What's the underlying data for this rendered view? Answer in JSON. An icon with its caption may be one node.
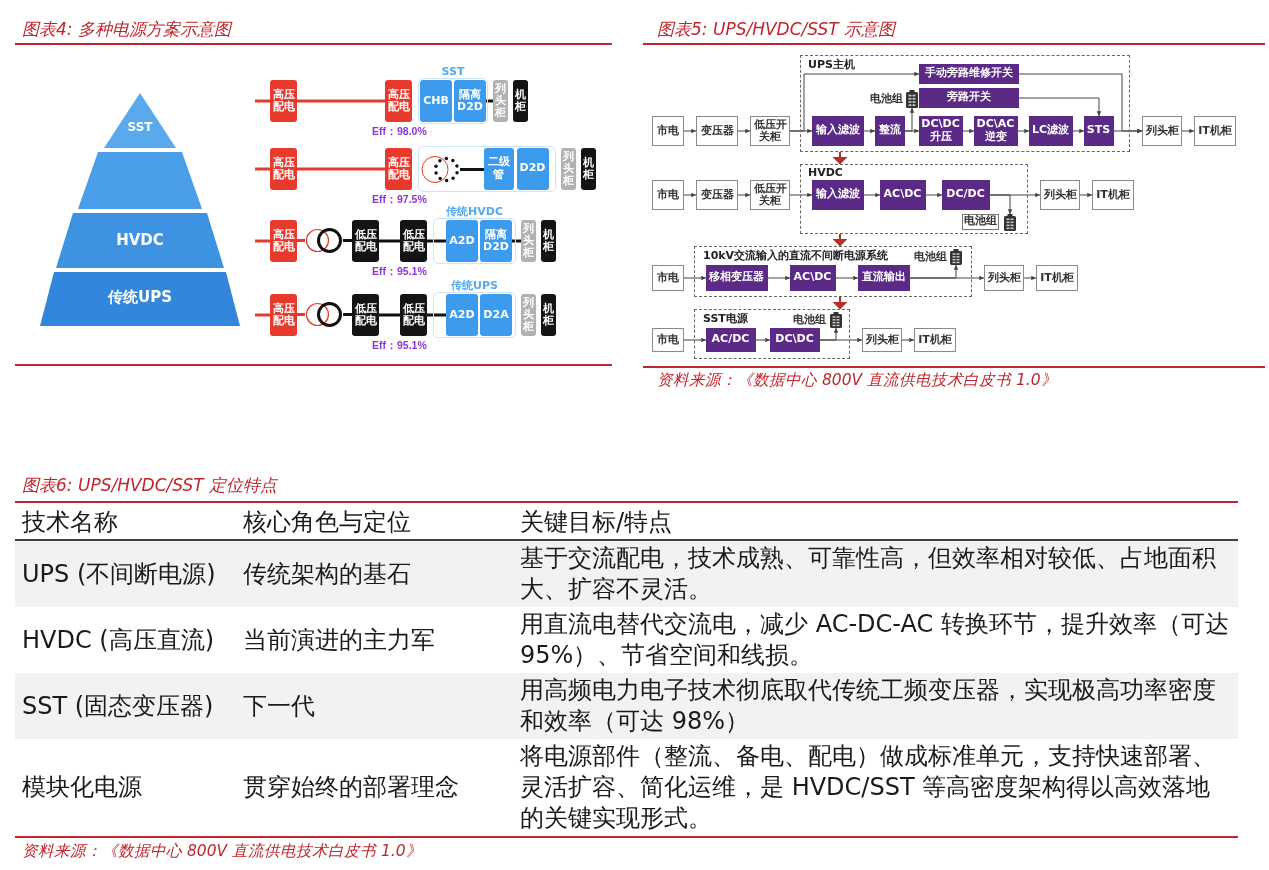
{
  "diagram": {
    "nodes": [
      {
        "text": [
          "SST"
        ]
      },
      {
        "text": [],
        "shape": "trapezoid"
      },
      {
        "text": [
          "HVDC"
        ]
      },
      {
        "text": [
          "传统UPS"
        ]
      },
      {
        "text": [
          "高压配电"
        ]
      },
      {
        "text": [
          "高压配电"
        ]
      },
      {
        "text": [
          "SST"
        ]
      },
      {
        "text": [
          "CHB"
        ],
        "in": 6
      },
      {
        "text": [
          "隔离D2D"
        ],
        "in": 6
      },
      {
        "text": [
          "列头柜"
        ]
      },
      {
        "text": [
          "机柜"
        ]
      },
      {
        "text": [
          "高压配电"
        ]
      },
      {
        "text": [
          "高压配电"
        ]
      },
      {
        "text": [],
        "shape": "box"
      },
      {
        "text": [],
        "shape": "circle",
        "in": 13
      },
      {
        "text": [
          "二级管"
        ],
        "in": 13
      },
      {
        "text": [
          "D2D"
        ],
        "in": 13
      },
      {
        "text": [
          "列头柜"
        ]
      },
      {
        "text": [
          "机柜"
        ]
      },
      {
        "text": [
          "高压配电"
        ]
      },
      {
        "text": [],
        "shape": "circle"
      },
      {
        "text": [
          "低压配电"
        ]
      },
      {
        "text": [
          "低压配电"
        ]
      },
      {
        "text": [
          "传统HVDC"
        ]
      },
      {
        "text": [
          "A2D"
        ],
        "in": 23
      },
      {
        "text": [
          "隔离D2D"
        ],
        "in": 23
      },
      {
        "text": [
          "列头柜"
        ]
      },
      {
        "text": [
          "机柜"
        ]
      },
      {
        "text": [
          "高压配电"
        ]
      },
      {
        "text": [],
        "shape": "circle"
      },
      {
        "text": [
          "低压配电"
        ]
      },
      {
        "text": [
          "低压配电"
        ]
      },
      {
        "text": [
          "传统UPS"
        ]
      },
      {
        "text": [
          "A2D"
        ],
        "in": 32
      },
      {
        "text": [
          "D2A"
        ],
        "in": 32
      },
      {
        "text": [
          "列头柜"
        ]
      },
      {
        "text": [
          "机柜"
        ]
      },
      {
        "text": [
          "市电"
        ]
      },
      {
        "text": [
          "变压器"
        ]
      },
      {
        "text": [
          "低压开关柜"
        ]
      },
      {
        "text": [
          "UPS主机"
        ]
      },
      {
        "text": [
          "手动旁路维修开关"
        ],
        "in": 40
      },
      {
        "text": [
          "旁路开关"
        ],
        "in": 40
      },
      {
        "text": [],
        "shape": "picture",
        "beside": [
          "电池组"
        ],
        "in": 40
      },
      {
        "text": [
          "输入滤波"
        ],
        "in": 40
      },
      {
        "text": [
          "整流"
        ],
        "in": 40
      },
      {
        "text": [
          "DC\\DC 升压"
        ],
        "in": 40
      },
      {
        "text": [
          "DC\\AC 逆变"
        ],
        "in": 40
      },
      {
        "text": [
          "LC滤波"
        ],
        "in": 40
      },
      {
        "text": [
          "STS"
        ],
        "in": 40
      },
      {
        "text": [
          "列头柜"
        ]
      },
      {
        "text": [
          "IT机柜"
        ]
      },
      {
        "text": [
          "市电"
        ]
      },
      {
        "text": [
          "变压器"
        ]
      },
      {
        "text": [
          "低压开关柜"
        ]
      },
      {
        "text": [
          "HVDC"
        ]
      },
      {
        "text": [
          "输入滤波"
        ],
        "in": 55
      },
      {
        "text": [
          "AC\\DC"
        ],
        "in": 55
      },
      {
        "text": [
          "DC/DC"
        ],
        "in": 55
      },
      {
        "text": [
          "电池组"
        ],
        "in": 55
      },
      {
        "text": [],
        "shape": "picture",
        "in": 55
      },
      {
        "text": [
          "列头柜"
        ]
      },
      {
        "text": [
          "IT机柜"
        ]
      },
      {
        "text": [
          "市电"
        ]
      },
      {
        "text": [
          "10kV交流输入的直流不间断电源系统"
        ]
      },
      {
        "text": [],
        "shape": "picture",
        "beside": [
          "电池组"
        ],
        "in": 64
      },
      {
        "text": [
          "移相变压器"
        ],
        "in": 64
      },
      {
        "text": [
          "AC\\DC"
        ],
        "in": 64
      },
      {
        "text": [
          "直流输出"
        ],
        "in": 64
      },
      {
        "text": [
          "列头柜"
        ]
      },
      {
        "text": [
          "IT机柜"
        ]
      },
      {
        "text": [
          "市电"
        ]
      },
      {
        "text": [
          "SST电源"
        ]
      },
      {
        "text": [],
        "shape": "picture",
        "beside": [
          "电池组"
        ],
        "in": 72
      },
      {
        "text": [
          "AC/DC"
        ],
        "in": 72
      },
      {
        "text": [
          "DC\\DC"
        ],
        "in": 72
      },
      {
        "text": [
          "列头柜"
        ]
      },
      {
        "text": [
          "IT机柜"
        ]
      }
    ],
    "edges": [
      {
        "from": null,
        "to": 4,
        "arrow": "none",
        "style": "thick",
        "color": "#e53a2e"
      },
      {
        "from": 4,
        "to": 5,
        "arrow": "none",
        "style": "thick",
        "color": "#e53a2e"
      },
      {
        "from": 8,
        "to": 9,
        "arrow": "none",
        "style": "thick",
        "color": "#111111"
      },
      {
        "from": null,
        "to": 11,
        "arrow": "none",
        "style": "thick",
        "color": "#e53a2e"
      },
      {
        "from": 11,
        "to": 12,
        "arrow": "none",
        "style": "thick",
        "color": "#e53a2e"
      },
      {
        "from": 14,
        "to": 15,
        "arrow": "none",
        "style": "thick",
        "color": "#111111"
      },
      {
        "from": null,
        "to": 19,
        "arrow": "none",
        "style": "thick",
        "color": "#e53a2e"
      },
      {
        "from": 19,
        "to": 20,
        "arrow": "none",
        "style": "thick",
        "color": "#e53a2e"
      },
      {
        "from": 20,
        "to": 21,
        "arrow": "none",
        "style": "thick",
        "color": "#111111"
      },
      {
        "from": 21,
        "to": 22,
        "arrow": "none",
        "style": "thick",
        "color": "#111111"
      },
      {
        "from": 22,
        "to": 24,
        "arrow": "none",
        "style": "thick",
        "color": "#111111"
      },
      {
        "from": 25,
        "to": 26,
        "arrow": "none",
        "style": "thick",
        "color": "#111111"
      },
      {
        "from": null,
        "to": 28,
        "arrow": "none",
        "style": "thick",
        "color": "#e53a2e"
      },
      {
        "from": 28,
        "to": 29,
        "arrow": "none",
        "style": "thick",
        "color": "#e53a2e"
      },
      {
        "from": 29,
        "to": 30,
        "arrow": "none",
        "style": "thick",
        "color": "#111111"
      },
      {
        "from": 30,
        "to": 31,
        "arrow": "none",
        "style": "thick",
        "color": "#111111"
      },
      {
        "from": 31,
        "to": 33,
        "arrow": "none",
        "style": "thick",
        "color": "#111111"
      },
      {
        "from": 37,
        "to": 38,
        "arrow": "to"
      },
      {
        "from": 38,
        "to": 39,
        "arrow": "to"
      },
      {
        "from": 39,
        "to": 44,
        "arrow": "to"
      },
      {
        "from": 39,
        "to": 41,
        "arrow": "to"
      },
      {
        "from": 44,
        "to": 45,
        "arrow": "to"
      },
      {
        "from": 45,
        "to": 46,
        "arrow": "to"
      },
      {
        "from": 45,
        "to": 43,
        "arrow": "to"
      },
      {
        "from": 46,
        "to": 47,
        "arrow": "to"
      },
      {
        "from": 47,
        "to": 48,
        "arrow": "to"
      },
      {
        "from": 48,
        "to": 49,
        "arrow": "to"
      },
      {
        "from": 42,
        "to": 49,
        "arrow": "to"
      },
      {
        "from": 49,
        "to": 50,
        "arrow": "to"
      },
      {
        "from": 41,
        "to": 50,
        "arrow": "to"
      },
      {
        "from": 50,
        "to": 51,
        "arrow": "to"
      },
      {
        "from": 40,
        "to": 55,
        "arrow": "to",
        "color": "#b5302a"
      },
      {
        "from": 52,
        "to": 53,
        "arrow": "to"
      },
      {
        "from": 53,
        "to": 54,
        "arrow": "to"
      },
      {
        "from": 54,
        "to": 56,
        "arrow": "to"
      },
      {
        "from": 56,
        "to": 57,
        "arrow": "to"
      },
      {
        "from": 57,
        "to": 58,
        "arrow": "to"
      },
      {
        "from": 58,
        "to": 61,
        "arrow": "to"
      },
      {
        "from": 58,
        "to": 60,
        "arrow": "to"
      },
      {
        "from": 61,
        "to": 62,
        "arrow": "to"
      },
      {
        "from": 55,
        "to": 64,
        "arrow": "to",
        "color": "#b5302a"
      },
      {
        "from": 63,
        "to": 66,
        "arrow": "to"
      },
      {
        "from": 66,
        "to": 67,
        "arrow": "to"
      },
      {
        "from": 67,
        "to": 68,
        "arrow": "to"
      },
      {
        "from": 68,
        "to": 69,
        "arrow": "to"
      },
      {
        "from": 68,
        "to": 65,
        "arrow": "to"
      },
      {
        "from": 69,
        "to": 70,
        "arrow": "to"
      },
      {
        "from": 64,
        "to": 72,
        "arrow": "to",
        "color": "#b5302a"
      },
      {
        "from": 71,
        "to": 74,
        "arrow": "to"
      },
      {
        "from": 74,
        "to": 75,
        "arrow": "to"
      },
      {
        "from": 75,
        "to": 76,
        "arrow": "to"
      },
      {
        "from": 75,
        "to": 73,
        "arrow": "to"
      },
      {
        "from": 76,
        "to": 77,
        "arrow": "to"
      }
    ],
    "labels": [
      "图表4: 多种电源方案示意图",
      "图表5: UPS/HVDC/SST 示意图",
      "Eff：98.0%",
      "Eff：97.5%",
      "Eff：95.1%",
      "Eff：95.1%",
      "资料来源：《数据中心 800V 直流供电技术白皮书 1.0》",
      "图表6: UPS/HVDC/SST 定位特点",
      "技术名称",
      "核心角色与定位",
      "关键目标/特点",
      "UPS (不间断电源)",
      "传统架构的基石",
      "基于交流配电，技术成熟、可靠性高，但效率相对较低、占地面积大、扩容不灵活。",
      "HVDC (高压直流)",
      "当前演进的主力军",
      "用直流电替代交流电，减少 AC-DC-AC 转换环节，提升效率（可达 95%）、节省空间和线损。",
      "SST (固态变压器)",
      "下一代",
      "用高频电力电子技术彻底取代传统工频变压器，实现极高功率密度和效率（可达 98%）",
      "模块化电源",
      "贯穿始终的部署理念",
      "将电源部件（整流、备电、配电）做成标准单元，支持快速部署、灵活扩容、简化运维，是 HVDC/SST 等高密度架构得以高效落地的关键实现形式。",
      "资料来源：《数据中心 800V 直流供电技术白皮书 1.0》"
    ]
  }
}
